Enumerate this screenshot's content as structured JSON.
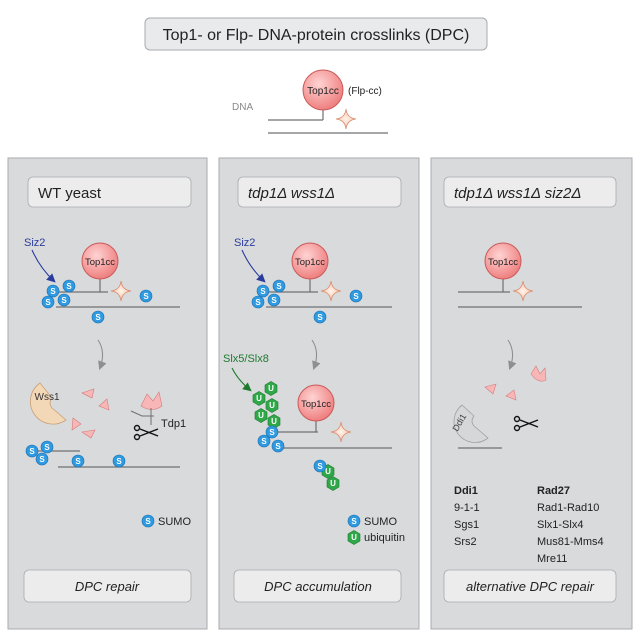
{
  "header": {
    "title": "Top1- or Flp- DNA-protein crosslinks (DPC)"
  },
  "top_figure": {
    "dna_label": "DNA",
    "protein_label": "Top1cc",
    "protein_alt_label": "(Flp-cc)"
  },
  "panels": [
    {
      "id": "wt",
      "title": "WT yeast",
      "top_enzyme": "Siz2",
      "protein_label": "Top1cc",
      "protease_label": "Wss1",
      "enzyme_label": "Tdp1",
      "sumo_glyph": "S",
      "legend": [
        {
          "glyph": "S",
          "label": "SUMO"
        }
      ],
      "footer": "DPC repair"
    },
    {
      "id": "mut2",
      "title": "tdp1Δ wss1Δ",
      "top_enzyme": "Siz2",
      "protein_label": "Top1cc",
      "ligase_label": "Slx5/Slx8",
      "sumo_glyph": "S",
      "ubiquitin_glyph": "U",
      "legend": [
        {
          "glyph": "S",
          "label": "SUMO"
        },
        {
          "glyph": "U",
          "label": "ubiquitin"
        }
      ],
      "footer": "DPC accumulation"
    },
    {
      "id": "mut3",
      "title": "tdp1Δ wss1Δ siz2Δ",
      "protein_label": "Top1cc",
      "protease_label": "Ddi1",
      "factors_left": {
        "header": "Ddi1",
        "items": [
          "9-1-1",
          "Sgs1",
          "Srs2"
        ]
      },
      "factors_right": {
        "header": "Rad27",
        "items": [
          "Rad1-Rad10",
          "Slx1-Slx4",
          "Mus81-Mms4",
          "Mre11"
        ]
      },
      "footer": "alternative DPC repair"
    }
  ],
  "colors": {
    "panel_bg": "#d9dadc",
    "panel_border": "#a9abae",
    "box_bg": "#ececed",
    "top1_fill": "#f28b8b",
    "top1_stroke": "#c95a5a",
    "sumo": "#2f9ae0",
    "ubiquitin": "#2fa84a",
    "siz2_text": "#2a3c9e",
    "slx_text": "#1f7a2f",
    "dna": "#6f7073"
  }
}
